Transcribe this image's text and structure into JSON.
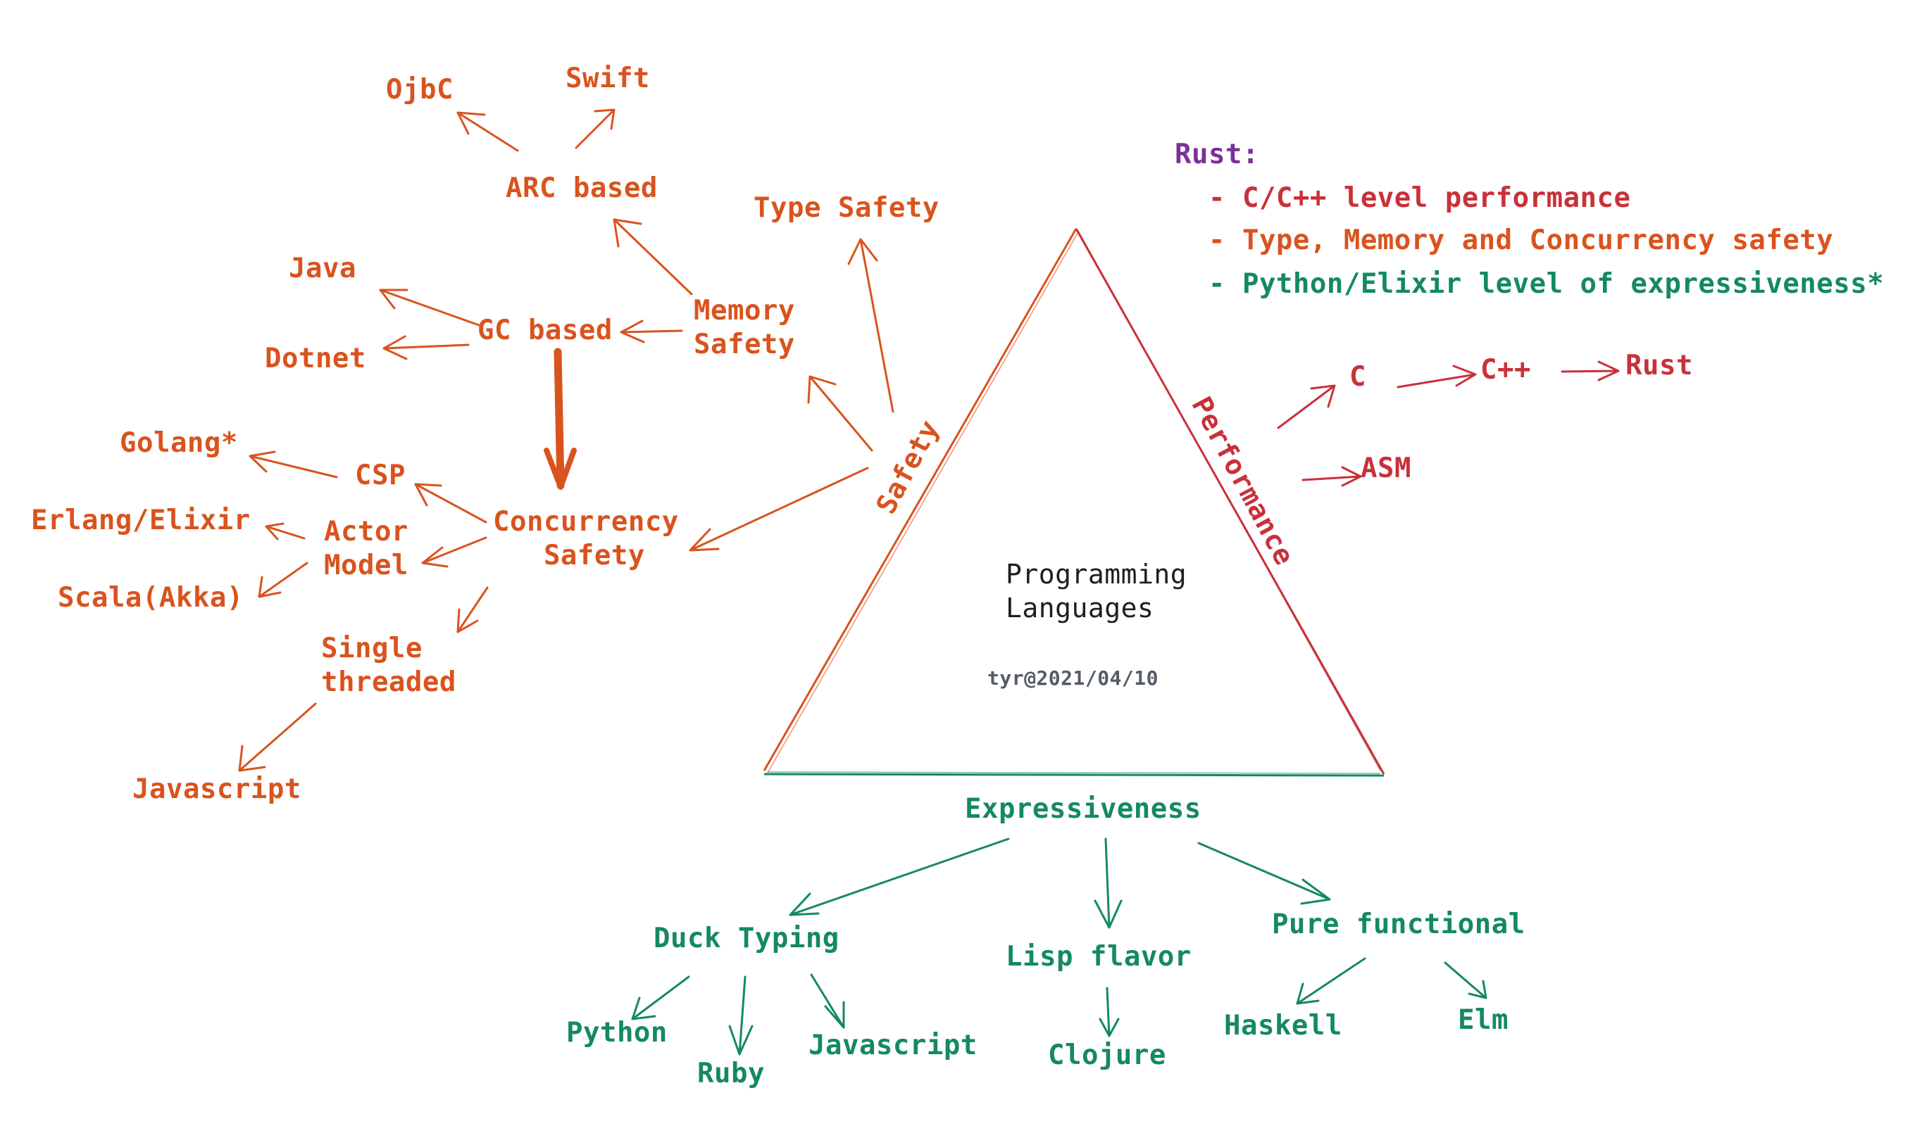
{
  "colors": {
    "safety": "#d9531e",
    "performance": "#c8313a",
    "expressiveness": "#148a5e",
    "rust_title": "#7b2f9b",
    "black": "#1e1e1e",
    "signature": "#555c66"
  },
  "center": {
    "title": "Programming\nLanguages",
    "signature": "tyr@2021/04/10"
  },
  "triangle_sides": {
    "safety": "Safety",
    "performance": "Performance",
    "expressiveness": "Expressiveness"
  },
  "rust_note": {
    "title": "Rust:",
    "points": [
      "- C/C++ level performance",
      "- Type, Memory and Concurrency safety",
      "- Python/Elixir level of expressiveness*"
    ]
  },
  "safety_tree": {
    "type_safety": "Type Safety",
    "memory_safety": "Memory\nSafety",
    "arc_based": "ARC based",
    "objc": "OjbC",
    "swift": "Swift",
    "gc_based": "GC based",
    "java": "Java",
    "dotnet": "Dotnet",
    "concurrency_safety": "Concurrency\n   Safety",
    "csp": "CSP",
    "golang": "Golang*",
    "actor_model": "Actor\nModel",
    "erlang": "Erlang/Elixir",
    "scala": "Scala(Akka)",
    "single_threaded": "Single\nthreaded",
    "javascript": "Javascript"
  },
  "performance_tree": {
    "c": "C",
    "cpp": "C++",
    "rust": "Rust",
    "asm": "ASM"
  },
  "expressiveness_tree": {
    "duck_typing": "Duck Typing",
    "python": "Python",
    "ruby": "Ruby",
    "javascript": "Javascript",
    "lisp_flavor": "Lisp flavor",
    "clojure": "Clojure",
    "pure_functional": "Pure functional",
    "haskell": "Haskell",
    "elm": "Elm"
  }
}
